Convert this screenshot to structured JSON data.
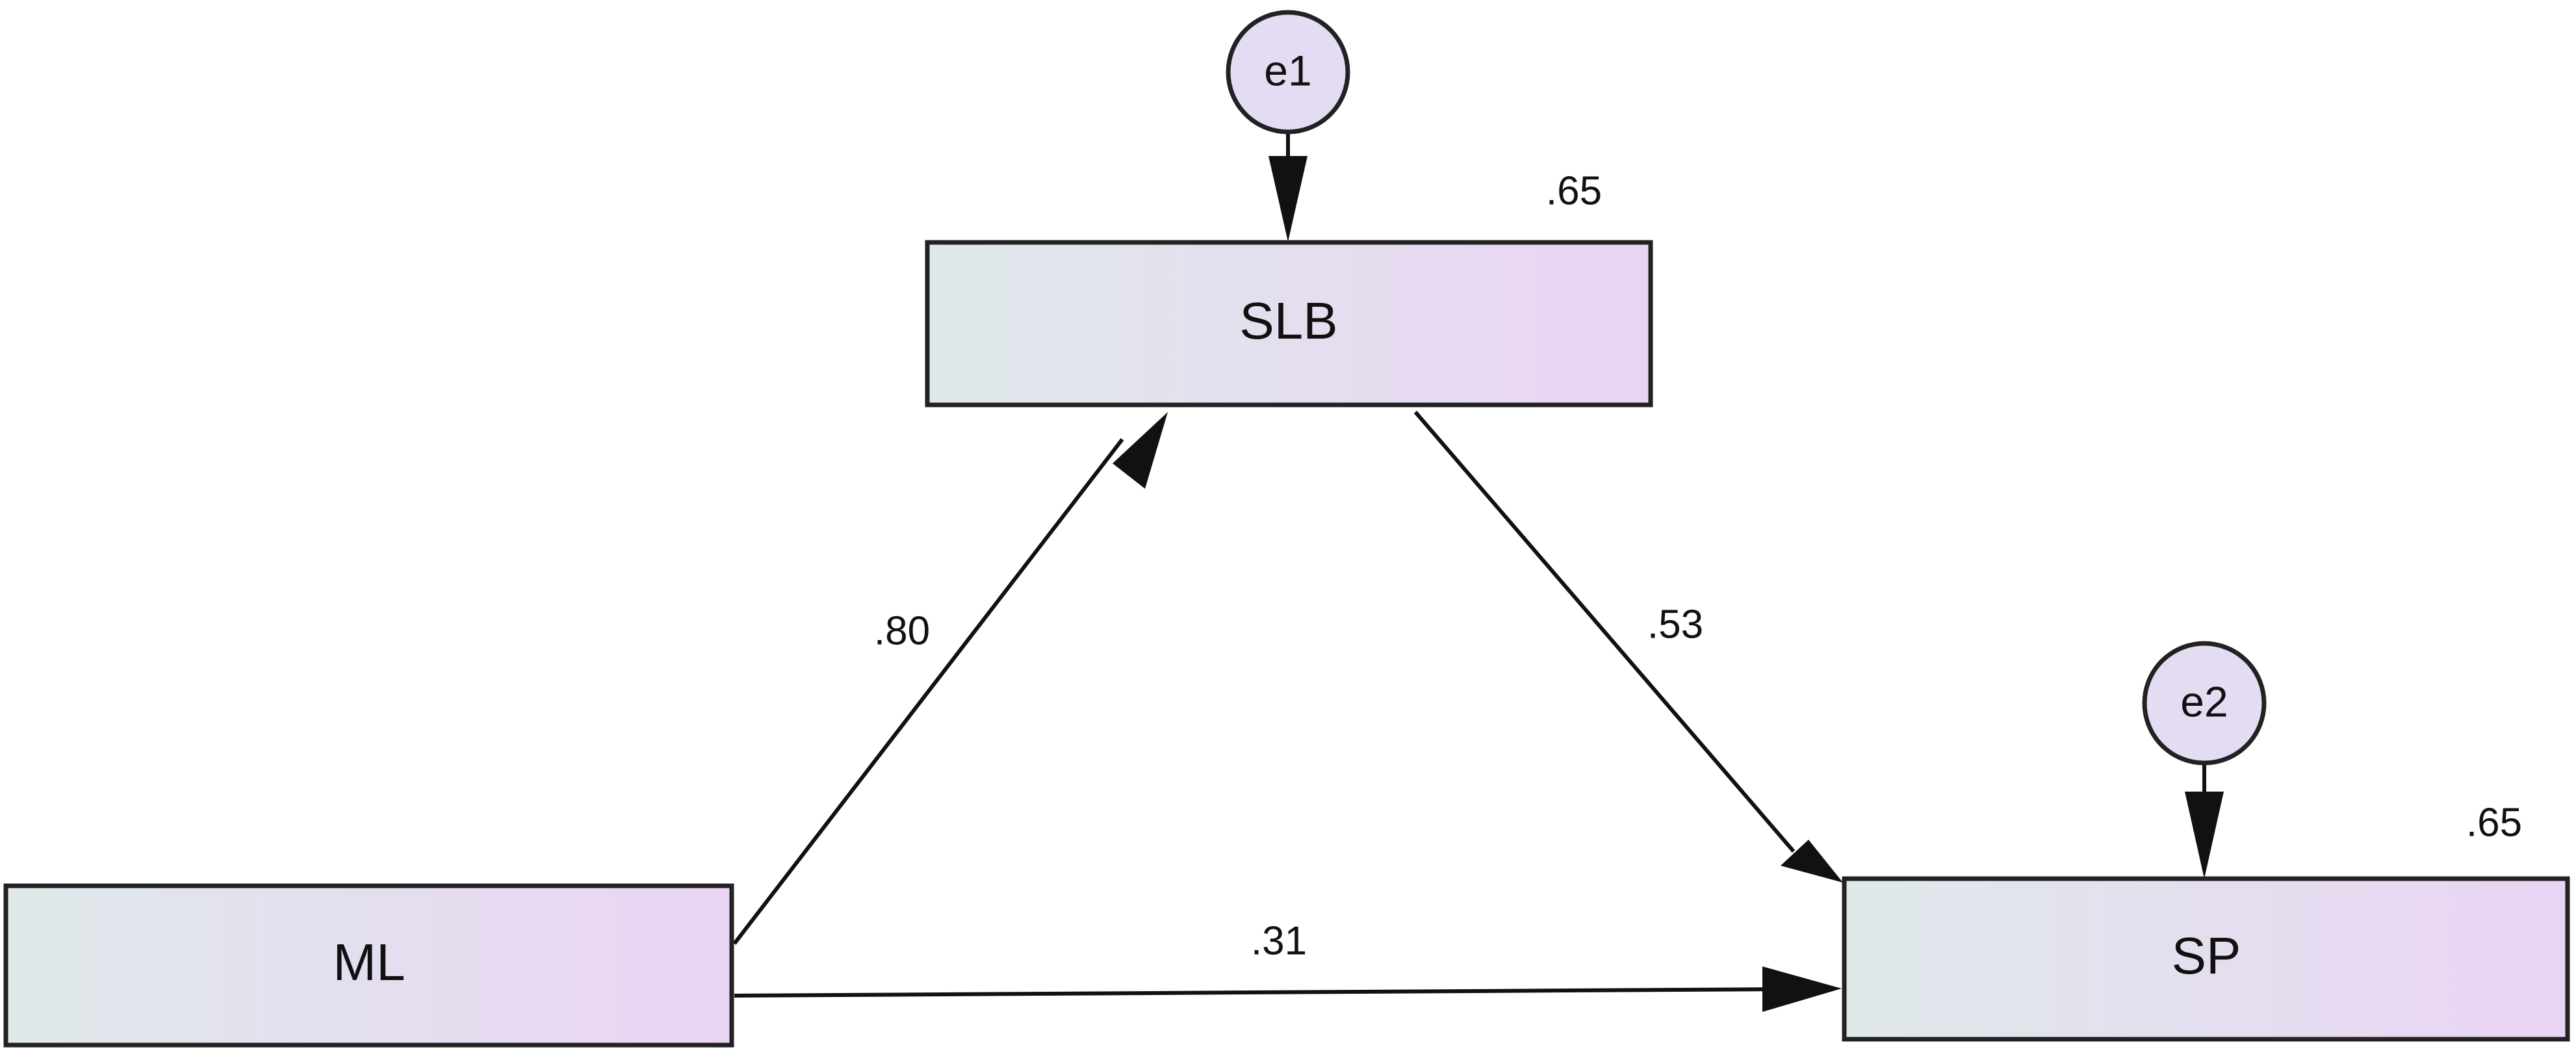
{
  "nodes": {
    "ml": {
      "label": "ML"
    },
    "slb": {
      "label": "SLB",
      "r_squared": ".65"
    },
    "sp": {
      "label": "SP",
      "r_squared": ".65"
    }
  },
  "errors": {
    "e1": {
      "label": "e1"
    },
    "e2": {
      "label": "e2"
    }
  },
  "paths": {
    "ml_slb": {
      "from": "ML",
      "to": "SLB",
      "coefficient": ".80"
    },
    "slb_sp": {
      "from": "SLB",
      "to": "SP",
      "coefficient": ".53"
    },
    "ml_sp": {
      "from": "ML",
      "to": "SP",
      "coefficient": ".31"
    }
  },
  "colors": {
    "box_gradient_start": "#dfe9ea",
    "box_gradient_end": "#ead4f4",
    "error_fill": "#e4dcf2",
    "stroke": "#222222"
  }
}
